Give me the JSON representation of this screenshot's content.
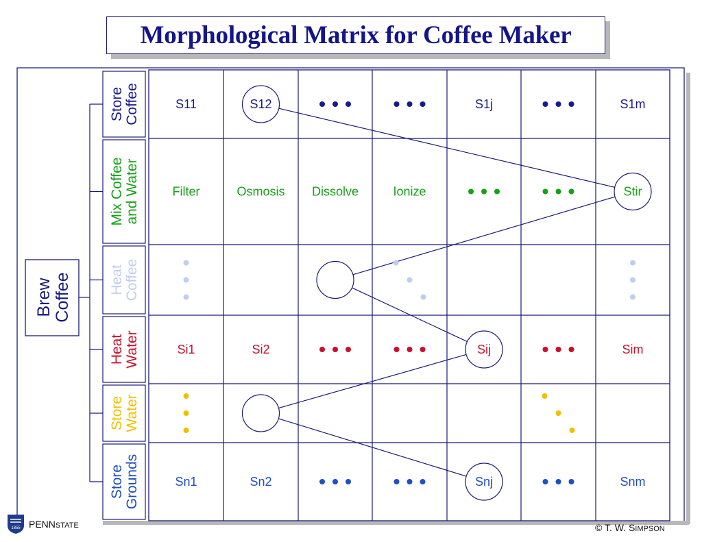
{
  "title": "Morphological Matrix for Coffee Maker",
  "root_function": [
    "Brew",
    "Coffee"
  ],
  "rows": [
    {
      "label": [
        "Store",
        "Coffee"
      ],
      "color": "#1a1a8c",
      "cells": [
        {
          "t": "S11"
        },
        {
          "t": "S12",
          "circle": true
        },
        {
          "dots": "h"
        },
        {
          "dots": "h"
        },
        {
          "t": "S1j"
        },
        {
          "dots": "h"
        },
        {
          "t": "S1m"
        }
      ]
    },
    {
      "label": [
        "Mix Coffee",
        "and Water"
      ],
      "color": "#18a018",
      "cells": [
        {
          "t": "Filter"
        },
        {
          "t": "Osmosis"
        },
        {
          "t": "Dissolve"
        },
        {
          "t": "Ionize"
        },
        {
          "dots": "h"
        },
        {
          "dots": "h"
        },
        {
          "t": "Stir",
          "circle": true
        }
      ]
    },
    {
      "label": [
        "Heat",
        "Coffee"
      ],
      "color": "#c0cdee",
      "cells": [
        {
          "dots": "v"
        },
        {},
        {
          "circle": true
        },
        {
          "dots": "d"
        },
        {},
        {},
        {
          "dots": "v"
        }
      ]
    },
    {
      "label": [
        "Heat",
        "Water"
      ],
      "color": "#c8102e",
      "cells": [
        {
          "t": "Si1"
        },
        {
          "t": "Si2"
        },
        {
          "dots": "h"
        },
        {
          "dots": "h"
        },
        {
          "t": "Sij",
          "circle": true
        },
        {
          "dots": "h"
        },
        {
          "t": "Sim"
        }
      ]
    },
    {
      "label": [
        "Store",
        "Water"
      ],
      "color": "#f0c000",
      "cells": [
        {
          "dots": "v"
        },
        {
          "circle": true
        },
        {},
        {},
        {},
        {
          "dots": "d"
        },
        {}
      ]
    },
    {
      "label": [
        "Store",
        "Grounds"
      ],
      "color": "#1f4fc0",
      "cells": [
        {
          "t": "Sn1"
        },
        {
          "t": "Sn2"
        },
        {
          "dots": "h"
        },
        {
          "dots": "h"
        },
        {
          "t": "Snj",
          "circle": true
        },
        {
          "dots": "h"
        },
        {
          "t": "Snm"
        }
      ]
    }
  ],
  "connections": [
    [
      0,
      1,
      1,
      6
    ],
    [
      1,
      6,
      2,
      2
    ],
    [
      2,
      2,
      3,
      4
    ],
    [
      3,
      4,
      4,
      1
    ],
    [
      4,
      1,
      5,
      4
    ]
  ],
  "footer": {
    "logo_text": {
      "main": "PENN",
      "small": "STATE"
    },
    "logo_year": "1855",
    "credit": {
      "prefix": "© T. W. S",
      "small": "IMPSON"
    }
  }
}
